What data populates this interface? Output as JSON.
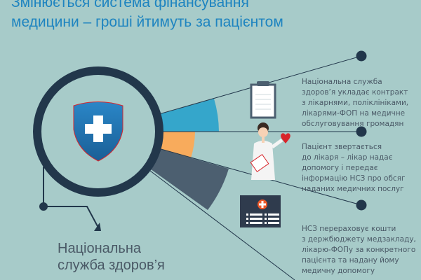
{
  "title": {
    "line1": "Змінюється система фінансування",
    "line2": "медицини – гроші йтимуть за пацієнтом"
  },
  "steps": [
    {
      "text": "Національна служба\nздоров’я укладає контракт\nз лікарнями, поліклініками,\nлікарями-ФОП на медичне\nобслуговування громадян"
    },
    {
      "text": "Пацієнт звертається\nдо лікаря – лікар надає\nдопомогу і передає\nінформацію НСЗ про обсяг\nнаданих медичних послуг"
    },
    {
      "text": "НСЗ перераховує кошти\nз держбюджету медзакладу,\nлікарю-ФОПу за конкретного\nпацієнта та надану йому\nмедичну допомогу"
    }
  ],
  "nhs_label": "Національна\nслужба здоров’я",
  "colors": {
    "background": "#a7cbc9",
    "accent": "#1e84c0",
    "dark": "#22374b",
    "blue_wedge": "#35a6cb",
    "orange_wedge": "#f8ab5c",
    "slate_wedge": "#4c5f70"
  }
}
